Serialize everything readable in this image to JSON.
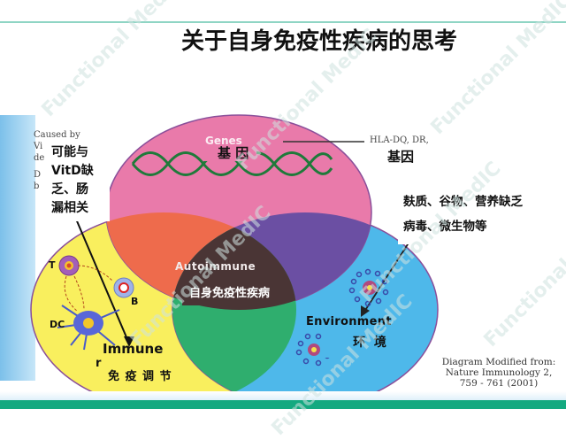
{
  "slide": {
    "title": "关于自身免疫性疾病的思考",
    "colors": {
      "genes_circle": "#e97aaa",
      "immune_circle": "#f9ef5e",
      "environment_circle": "#4eb8ea",
      "overlap_genes_immune": "#ee6b4c",
      "overlap_genes_env": "#6b4fa3",
      "overlap_immune_env": "#2fae6e",
      "center": "#4a3535",
      "accent_band": "#14a980"
    }
  },
  "diagram": {
    "genes": {
      "label_en": "Genes",
      "label_cn": "基 因",
      "callout_en": "HLA-DQ, DR,",
      "callout_cn": "基因"
    },
    "immune": {
      "label_en": "Immune",
      "label_en_line2": "r",
      "label_cn": "免 疫 调 节",
      "cells": [
        "T",
        "B",
        "DC"
      ],
      "callout_en_lines": [
        "Caused by",
        "Vi",
        "de",
        "D",
        "b"
      ],
      "callout_cn_lines": [
        "可能与",
        "VitD缺",
        "乏、肠",
        "漏相关"
      ]
    },
    "environment": {
      "label_en": "Environment",
      "label_cn": "环  境",
      "callout_cn_lines": [
        "麸质、谷物、营养缺乏",
        "病毒、微生物等"
      ]
    },
    "center": {
      "label_en": "Autoimmune",
      "label_cn": "自身免疫性疾病"
    },
    "citation_lines": [
      "Diagram Modified from:",
      "Nature Immunology  2,",
      "759 - 761 (2001)"
    ]
  },
  "watermark": "Functional MedIC"
}
